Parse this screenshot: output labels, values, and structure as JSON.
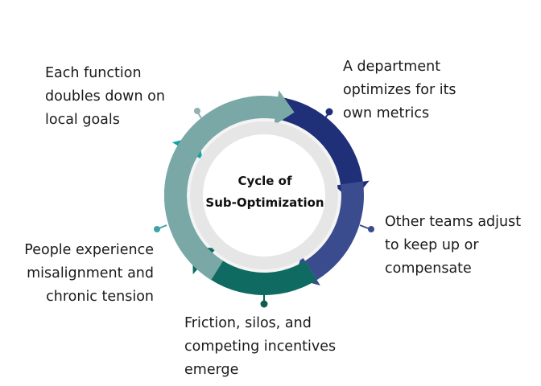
{
  "center": {
    "line1": "Cycle of",
    "line2": "Sub-Optimization"
  },
  "steps": [
    {
      "lines": [
        "Each function",
        "doubles down on",
        "local goals"
      ],
      "color": "#7AA8A6"
    },
    {
      "lines": [
        "A department",
        "optimizes for its",
        "own metrics"
      ],
      "color": "#1F2F78"
    },
    {
      "lines": [
        "Other teams adjust",
        "to keep up or",
        "compensate"
      ],
      "color": "#3A4B8E"
    },
    {
      "lines": [
        "Friction, silos, and",
        "competing incentives",
        "emerge"
      ],
      "color": "#0F6B62"
    },
    {
      "lines": [
        "People experience",
        "misalignment and",
        "chronic tension"
      ],
      "color": "#14A3A6"
    }
  ],
  "colors": {
    "inner_disc": "#E6E6E6",
    "marker_left": "#3FA2A6",
    "marker_top_left": "#8FB2B0"
  }
}
